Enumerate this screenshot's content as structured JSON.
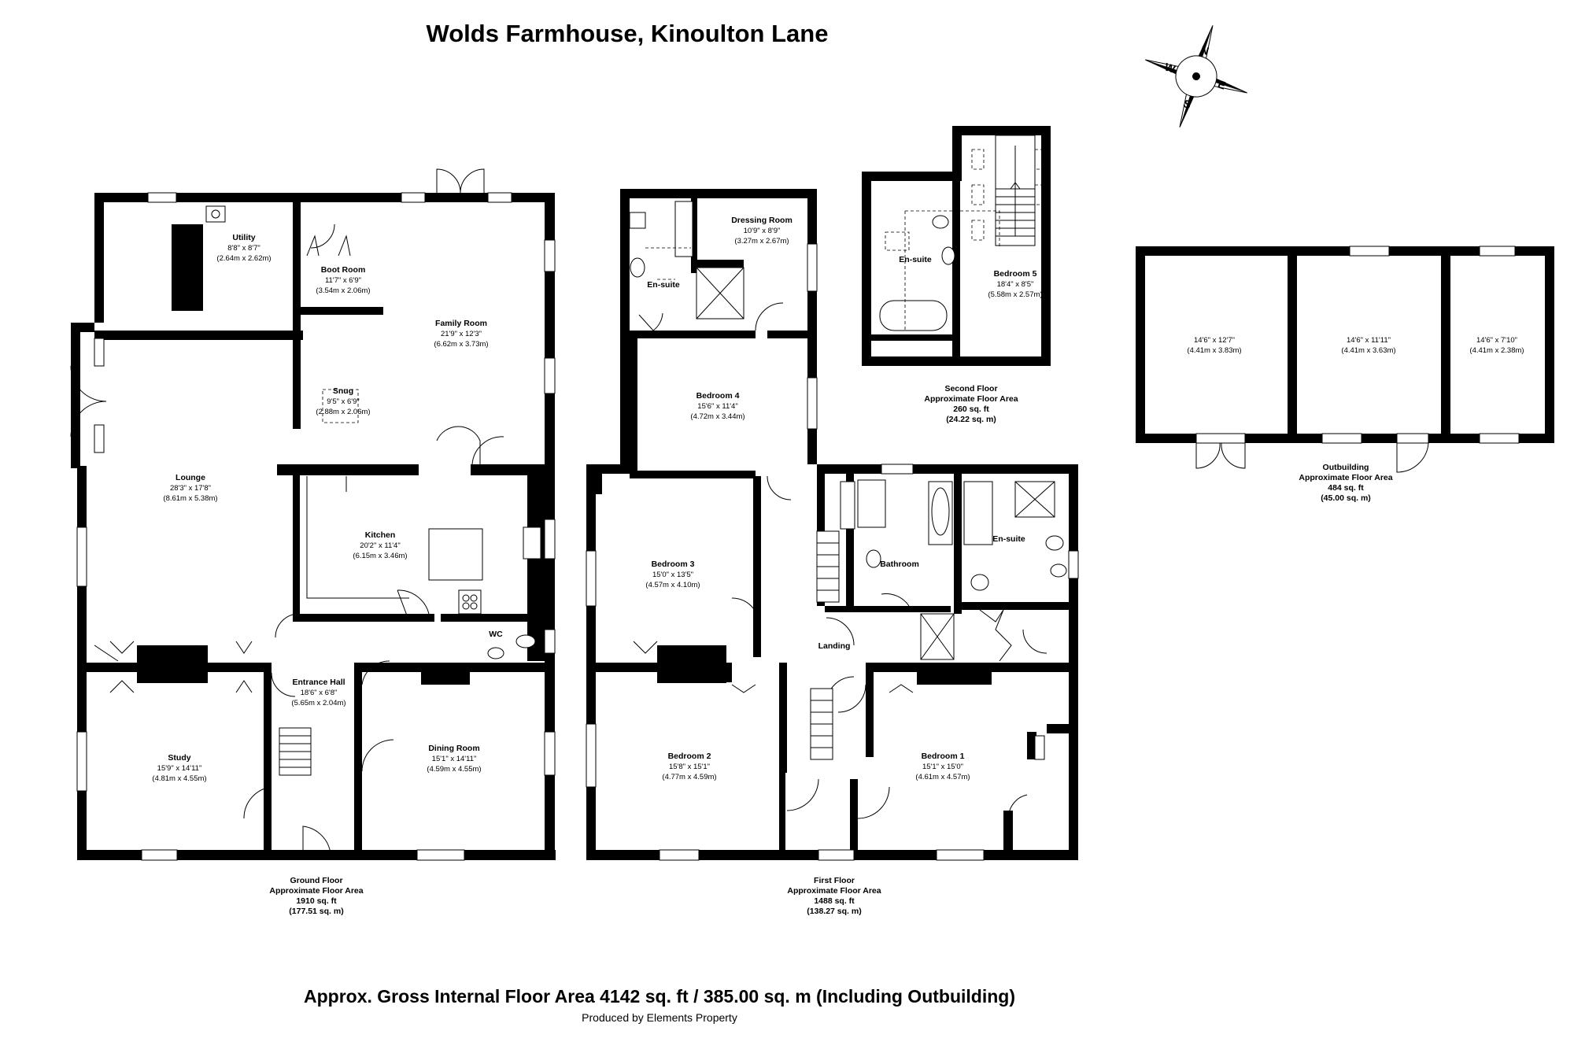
{
  "title": "Wolds Farmhouse, Kinoulton Lane",
  "compass": {
    "n": "N",
    "e": "E",
    "s": "S",
    "w": "W"
  },
  "rooms": {
    "utility": {
      "name": "Utility",
      "imperial": "8'8\" x 8'7\"",
      "metric": "(2.64m x 2.62m)"
    },
    "boot_room": {
      "name": "Boot Room",
      "imperial": "11'7\" x 6'9\"",
      "metric": "(3.54m x 2.06m)"
    },
    "family_room": {
      "name": "Family Room",
      "imperial": "21'9\" x 12'3\"",
      "metric": "(6.62m x 3.73m)"
    },
    "snug": {
      "name": "Snug",
      "imperial": "9'5\" x 6'9\"",
      "metric": "(2.88m x 2.06m)"
    },
    "lounge": {
      "name": "Lounge",
      "imperial": "28'3\" x 17'8\"",
      "metric": "(8.61m x 5.38m)"
    },
    "kitchen": {
      "name": "Kitchen",
      "imperial": "20'2\" x 11'4\"",
      "metric": "(6.15m x 3.46m)"
    },
    "wc": {
      "name": "WC"
    },
    "entrance_hall": {
      "name": "Entrance Hall",
      "imperial": "18'6\" x 6'8\"",
      "metric": "(5.65m x 2.04m)"
    },
    "study": {
      "name": "Study",
      "imperial": "15'9\" x 14'11\"",
      "metric": "(4.81m x 4.55m)"
    },
    "dining_room": {
      "name": "Dining Room",
      "imperial": "15'1\" x 14'11\"",
      "metric": "(4.59m x 4.55m)"
    },
    "dressing_room": {
      "name": "Dressing Room",
      "imperial": "10'9\" x 8'9\"",
      "metric": "(3.27m x 2.67m)"
    },
    "ensuite_1": {
      "name": "En-suite"
    },
    "bedroom_4": {
      "name": "Bedroom 4",
      "imperial": "15'6\" x 11'4\"",
      "metric": "(4.72m x 3.44m)"
    },
    "bedroom_3": {
      "name": "Bedroom 3",
      "imperial": "15'0\" x 13'5\"",
      "metric": "(4.57m x 4.10m)"
    },
    "bathroom": {
      "name": "Bathroom"
    },
    "ensuite_2": {
      "name": "En-suite"
    },
    "landing": {
      "name": "Landing"
    },
    "bedroom_2": {
      "name": "Bedroom 2",
      "imperial": "15'8\" x 15'1\"",
      "metric": "(4.77m x 4.59m)"
    },
    "bedroom_1": {
      "name": "Bedroom 1",
      "imperial": "15'1\" x 15'0\"",
      "metric": "(4.61m x 4.57m)"
    },
    "ensuite_3": {
      "name": "En-suite"
    },
    "bedroom_5": {
      "name": "Bedroom 5",
      "imperial": "18'4\" x 8'5\"",
      "metric": "(5.58m x 2.57m)"
    },
    "out_a": {
      "imperial": "14'6\" x 12'7\"",
      "metric": "(4.41m x 3.83m)"
    },
    "out_b": {
      "imperial": "14'6\" x 11'11\"",
      "metric": "(4.41m x 3.63m)"
    },
    "out_c": {
      "imperial": "14'6\" x 7'10\"",
      "metric": "(4.41m x 2.38m)"
    }
  },
  "floors": {
    "ground": {
      "line1": "Ground Floor",
      "line2": "Approximate Floor Area",
      "line3": "1910 sq. ft",
      "line4": "(177.51 sq. m)"
    },
    "first": {
      "line1": "First Floor",
      "line2": "Approximate Floor Area",
      "line3": "1488 sq. ft",
      "line4": "(138.27 sq. m)"
    },
    "second": {
      "line1": "Second Floor",
      "line2": "Approximate Floor Area",
      "line3": "260 sq. ft",
      "line4": "(24.22 sq. m)"
    },
    "outbuilding": {
      "line1": "Outbuilding",
      "line2": "Approximate Floor Area",
      "line3": "484 sq. ft",
      "line4": "(45.00 sq. m)"
    }
  },
  "footer": {
    "gross_area": "Approx. Gross Internal Floor Area 4142 sq. ft / 385.00 sq. m (Including Outbuilding)",
    "credit": "Produced by Elements Property"
  }
}
